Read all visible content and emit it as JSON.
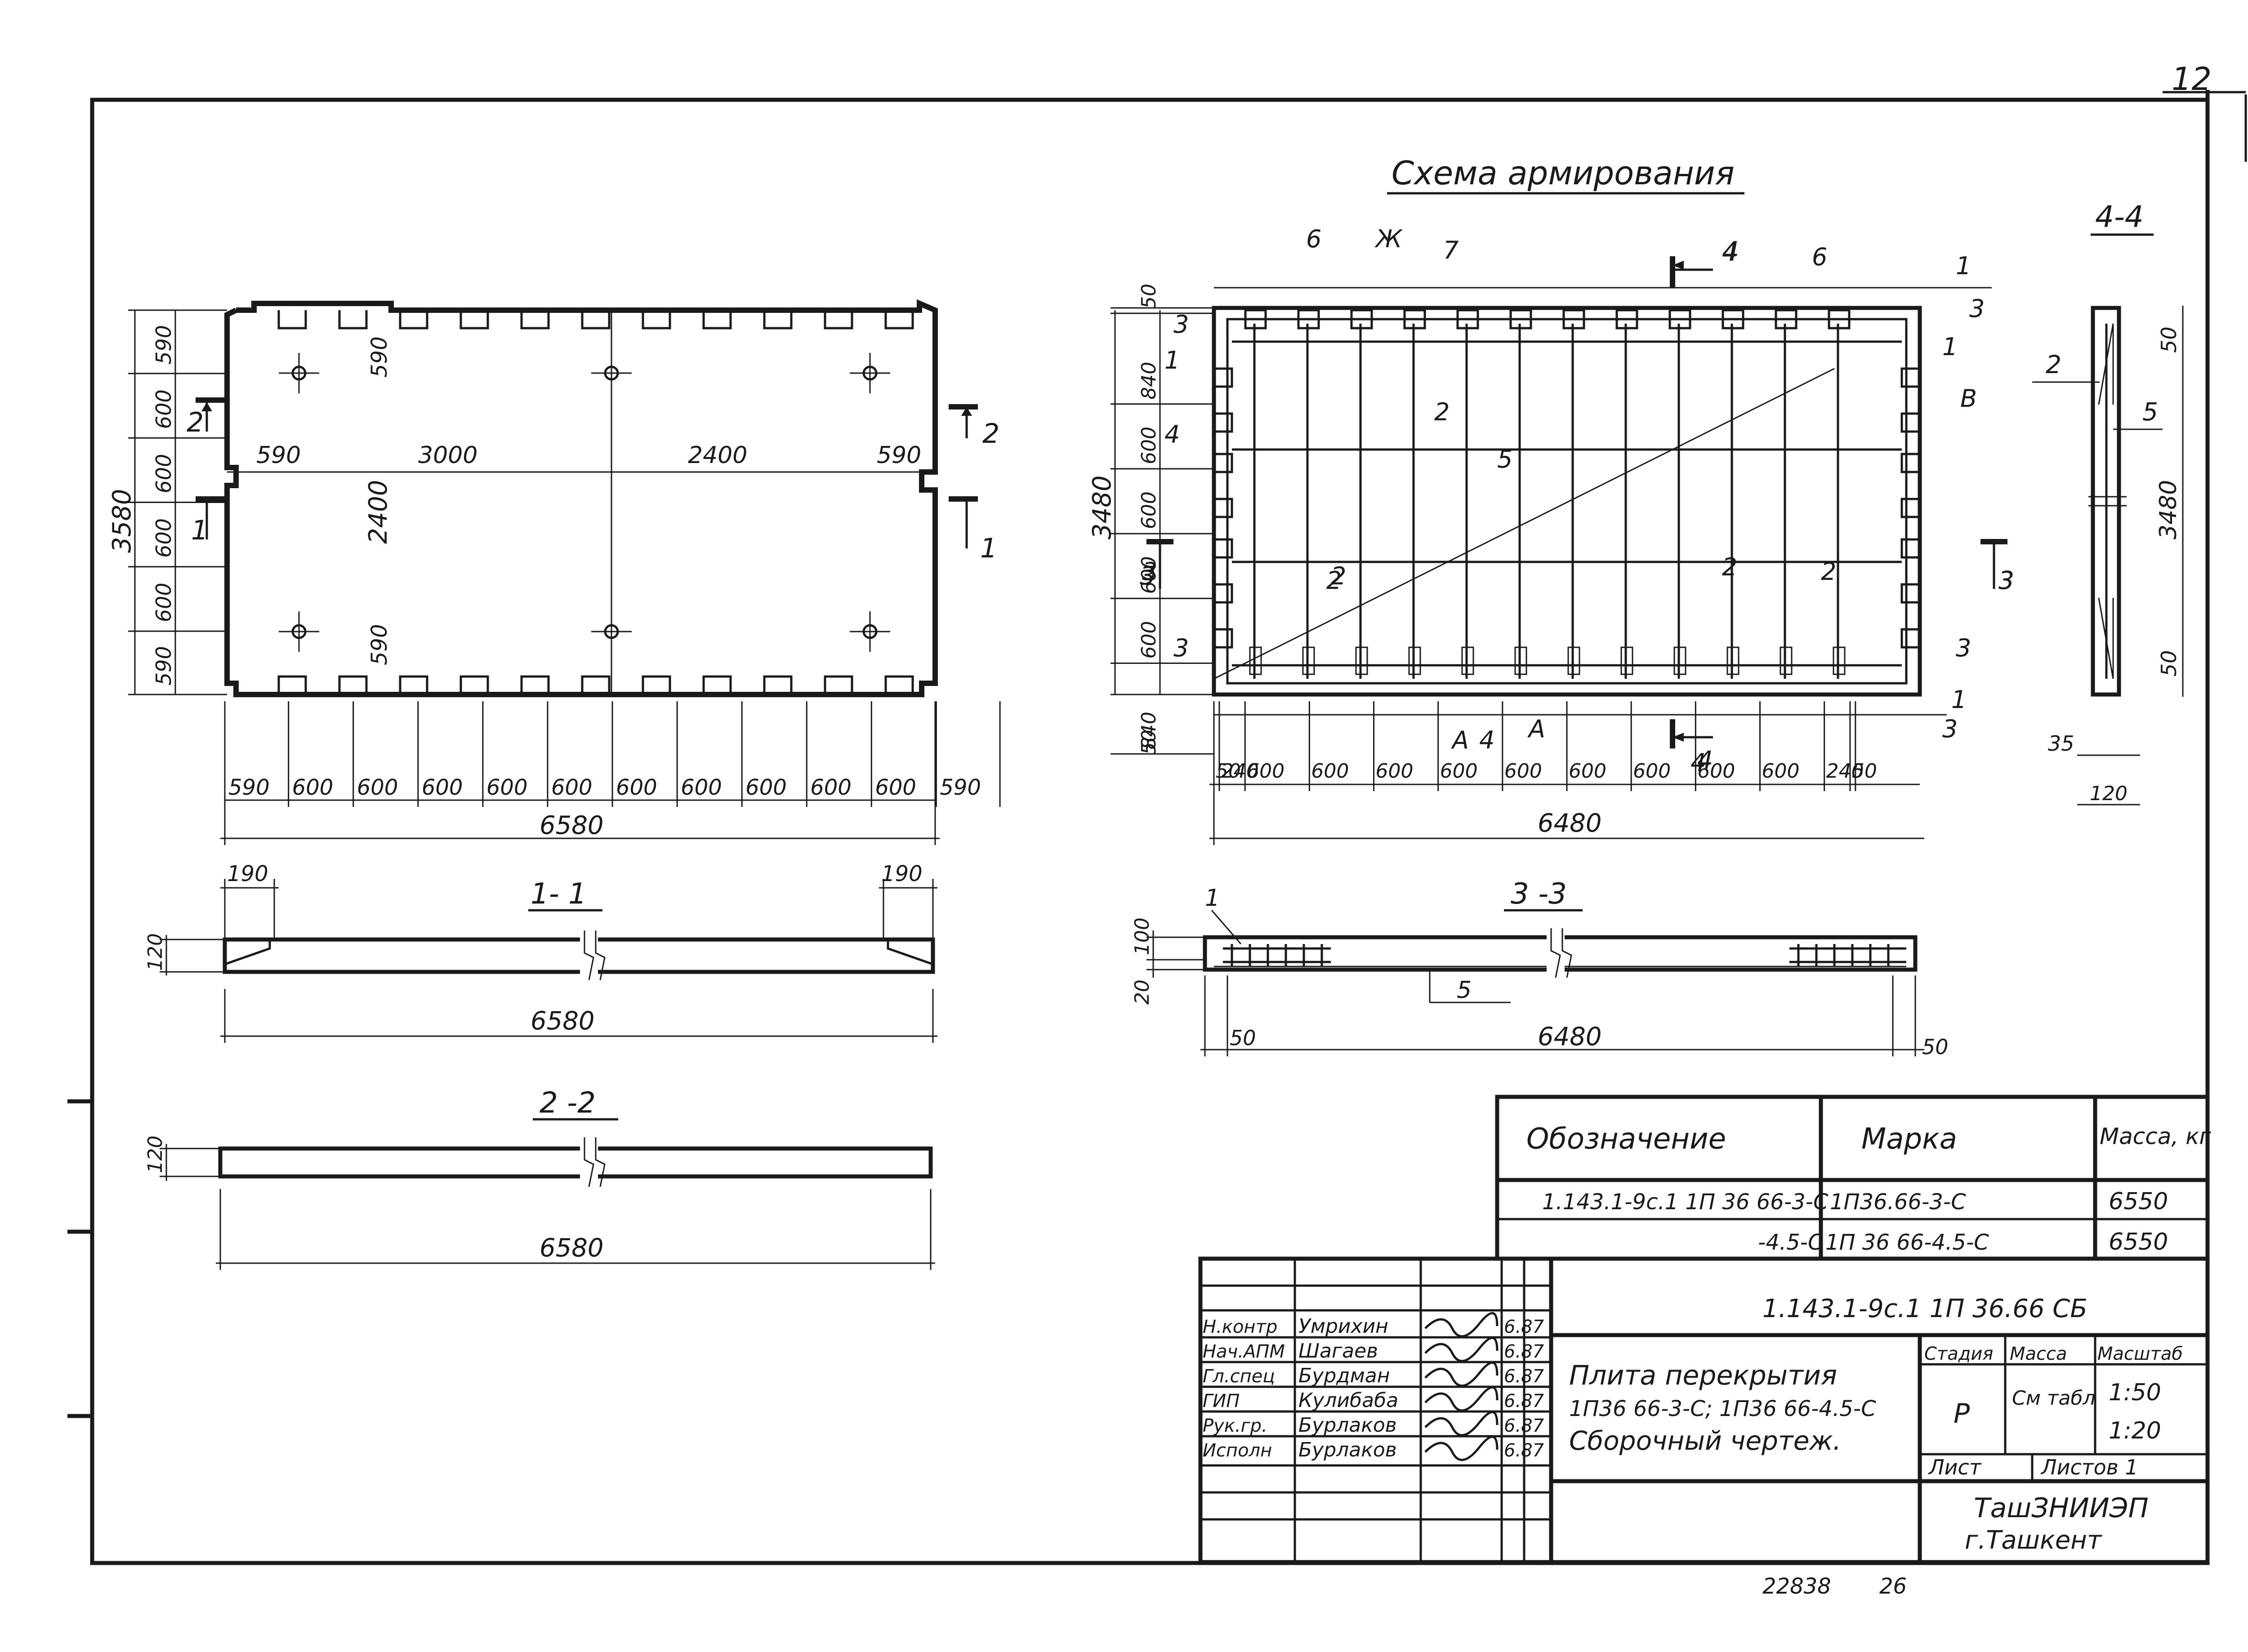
{
  "sheet_number": "12",
  "reinforcement_title": "Схема армирования",
  "plan": {
    "overall_length": "6580",
    "overall_width": "3580",
    "bottom_dims": [
      "590",
      "600",
      "600",
      "600",
      "600",
      "600",
      "600",
      "600",
      "600",
      "600",
      "600",
      "590"
    ],
    "left_dims": [
      "590",
      "600",
      "600",
      "600",
      "600",
      "590"
    ],
    "inner_dims": [
      "590",
      "3000",
      "2400",
      "590"
    ],
    "inner_height": "2400",
    "edge_dims": [
      "590",
      "590"
    ],
    "cut_marks": [
      "2",
      "1",
      "2",
      "1"
    ]
  },
  "reinforcement": {
    "overall_length": "6480",
    "overall_height": "3480",
    "bottom_dims": [
      "50",
      "240",
      "600",
      "600",
      "600",
      "600",
      "600",
      "600",
      "600",
      "600",
      "600",
      "240",
      "50"
    ],
    "left_dims": [
      "50",
      "840",
      "600",
      "600",
      "600",
      "600",
      "840",
      "50"
    ],
    "labels": [
      "6",
      "Ж",
      "7",
      "4",
      "6",
      "1",
      "3",
      "3",
      "1",
      "2",
      "4",
      "5",
      "1",
      "В",
      "3",
      "2",
      "2",
      "3",
      "2",
      "3",
      "3",
      "1",
      "4",
      "А",
      "А",
      "4",
      "3",
      "2"
    ],
    "cut_marks": [
      "4",
      "4",
      "3",
      "3"
    ]
  },
  "section_4_4": {
    "title": "4-4",
    "height": "3480",
    "dims": [
      "50",
      "50",
      "35",
      "120"
    ],
    "labels": [
      "2",
      "5"
    ]
  },
  "section_1_1": {
    "title": "1- 1",
    "length": "6580",
    "edge_dims": [
      "190",
      "190"
    ],
    "height": "120"
  },
  "section_2_2": {
    "title": "2 -2",
    "length": "6580",
    "height": "120"
  },
  "section_3_3": {
    "title": "3 -3",
    "length": "6480",
    "edge_dims": [
      "50",
      "50"
    ],
    "heights": [
      "100",
      "20"
    ],
    "labels": [
      "1",
      "5"
    ]
  },
  "spec_table": {
    "headers": [
      "Обозначение",
      "Марка",
      "Масса, кг"
    ],
    "rows": [
      [
        "1.143.1-9с.1 1П 36 66-3-С",
        "1П36.66-3-С",
        "6550"
      ],
      [
        "-4.5-С",
        "1П 36 66-4.5-С",
        "6550"
      ]
    ]
  },
  "title_block": {
    "code": "1.143.1-9с.1 1П 36.66 СБ",
    "roles": [
      {
        "role": "Н.контр",
        "name": "Умрихин",
        "date": "6.87"
      },
      {
        "role": "Нач.АПМ",
        "name": "Шагаев",
        "date": "6.87"
      },
      {
        "role": "Гл.спец",
        "name": "Бурдман",
        "date": "6.87"
      },
      {
        "role": "ГИП",
        "name": "Кулибаба",
        "date": "6.87"
      },
      {
        "role": "Рук.гр.",
        "name": "Бурлаков",
        "date": "6.87"
      },
      {
        "role": "Исполн",
        "name": "Бурлаков",
        "date": "6.87"
      }
    ],
    "description": [
      "Плита перекрытия",
      "1П36 66-3-С; 1П36 66-4.5-С",
      "Сборочный чертеж."
    ],
    "stage_label": "Стадия",
    "mass_label": "Масса",
    "scale_label": "Масштаб",
    "stage": "Р",
    "mass": "См табл",
    "scales": [
      "1:50",
      "1:20"
    ],
    "sheet_label": "Лист",
    "sheets_label": "Листов 1",
    "organization": [
      "ТашЗНИИЭП",
      "г.Ташкент"
    ]
  },
  "footer": {
    "inventory_number": "22838",
    "page": "26"
  }
}
